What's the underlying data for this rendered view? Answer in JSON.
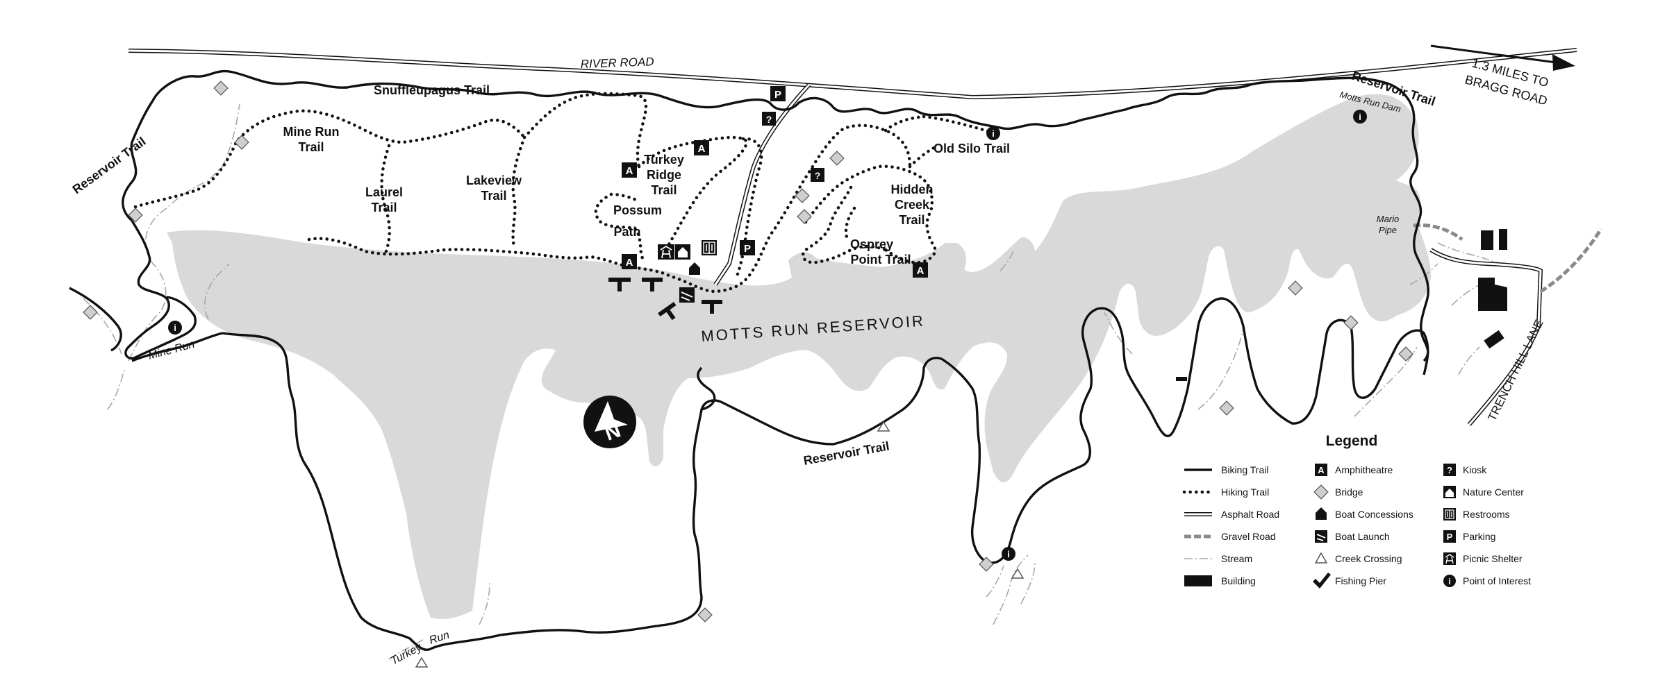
{
  "map": {
    "water_name": "MOTTS RUN RESERVOIR",
    "roads": {
      "river_road": "RIVER ROAD",
      "trench_hill_lane": "TRENCH HILL LANE",
      "direction_line1": "1.3 MILES TO",
      "direction_line2": "BRAGG ROAD"
    },
    "trails": {
      "snuffleupagus": "Snuffleupagus Trail",
      "reservoir_nw": "Reservoir Trail",
      "reservoir_ne": "Reservoir Trail",
      "reservoir_s": "Reservoir Trail",
      "mine_run_1": "Mine Run",
      "mine_run_2": "Trail",
      "laurel_1": "Laurel",
      "laurel_2": "Trail",
      "lakeview_1": "Lakeview",
      "lakeview_2": "Trail",
      "turkey_ridge_1": "Turkey",
      "turkey_ridge_2": "Ridge",
      "turkey_ridge_3": "Trail",
      "possum_1": "Possum",
      "possum_2": "Path",
      "old_silo": "Old Silo Trail",
      "hidden_creek_1": "Hidden",
      "hidden_creek_2": "Creek",
      "hidden_creek_3": "Trail",
      "osprey_1": "Osprey",
      "osprey_2": "Point Trail"
    },
    "features": {
      "dam": "Motts Run Dam",
      "mario_pipe_1": "Mario",
      "mario_pipe_2": "Pipe",
      "mine_run_stream": "Mine Run",
      "turkey_run_1": "Turkey",
      "turkey_run_2": "Run"
    },
    "north_letter": "N"
  },
  "legend": {
    "title": "Legend",
    "lines": [
      {
        "label": "Biking Trail",
        "type": "biking"
      },
      {
        "label": "Hiking Trail",
        "type": "hiking"
      },
      {
        "label": "Asphalt Road",
        "type": "asphalt"
      },
      {
        "label": "Gravel Road",
        "type": "gravel"
      },
      {
        "label": "Stream",
        "type": "stream"
      },
      {
        "label": "Building",
        "type": "building"
      }
    ],
    "facilities": [
      {
        "label": "Amphitheatre",
        "icon": "amphitheatre-icon"
      },
      {
        "label": "Bridge",
        "icon": "bridge-icon"
      },
      {
        "label": "Boat Concessions",
        "icon": "boat-concessions-icon"
      },
      {
        "label": "Boat Launch",
        "icon": "boat-launch-icon"
      },
      {
        "label": "Creek Crossing",
        "icon": "creek-crossing-icon"
      },
      {
        "label": "Fishing Pier",
        "icon": "fishing-pier-icon"
      }
    ],
    "services": [
      {
        "label": "Kiosk",
        "icon": "kiosk-icon"
      },
      {
        "label": "Nature Center",
        "icon": "nature-center-icon"
      },
      {
        "label": "Restrooms",
        "icon": "restrooms-icon"
      },
      {
        "label": "Parking",
        "icon": "parking-icon"
      },
      {
        "label": "Picnic Shelter",
        "icon": "picnic-shelter-icon"
      },
      {
        "label": "Point of Interest",
        "icon": "point-of-interest-icon"
      }
    ]
  },
  "symbols": {
    "amphitheatre": "A",
    "parking": "P",
    "kiosk": "?",
    "info": "i"
  },
  "colors": {
    "water": "#d9d9d9",
    "ink": "#111111",
    "stream": "#a8a8a8",
    "bridge": "#cfcfcf"
  }
}
